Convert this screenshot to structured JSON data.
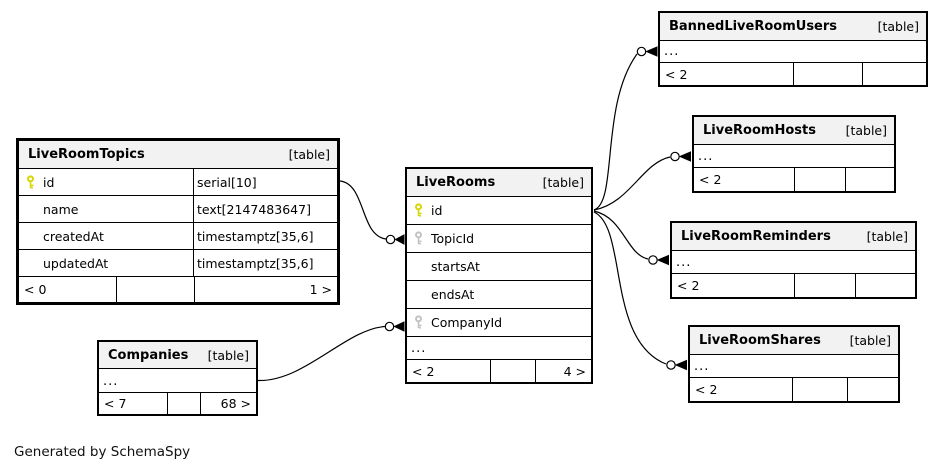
{
  "note": "Generated by SchemaSpy",
  "colors": {
    "header_bg": "#f2f2f2",
    "pk_key": "#d6d600",
    "fk_key": "#c2c2c2",
    "edge": "#000000"
  },
  "icons": {
    "primary_key_icon": "yellow-key-glyph",
    "foreign_key_icon": "gray-key-glyph"
  },
  "tables": [
    {
      "name": "LiveRoomTopics",
      "tag": "[table]",
      "columns": [
        {
          "name": "id",
          "type": "serial[10]",
          "key": "primary"
        },
        {
          "name": "name",
          "type": "text[2147483647]",
          "key": ""
        },
        {
          "name": "createdAt",
          "type": "timestamptz[35,6]",
          "key": ""
        },
        {
          "name": "updatedAt",
          "type": "timestamptz[35,6]",
          "key": ""
        }
      ],
      "footer": {
        "left": "< 0",
        "mid": "",
        "right": "1 >"
      }
    },
    {
      "name": "LiveRooms",
      "tag": "[table]",
      "columns": [
        {
          "name": "id",
          "key": "primary"
        },
        {
          "name": "TopicId",
          "key": "foreign"
        },
        {
          "name": "startsAt",
          "key": ""
        },
        {
          "name": "endsAt",
          "key": ""
        },
        {
          "name": "CompanyId",
          "key": "foreign"
        }
      ],
      "ellipsis": "...",
      "footer": {
        "left": "< 2",
        "mid": "",
        "right": "4 >"
      }
    },
    {
      "name": "Companies",
      "tag": "[table]",
      "ellipsis": "...",
      "footer": {
        "left": "< 7",
        "mid": "",
        "right": "68 >"
      }
    },
    {
      "name": "BannedLiveRoomUsers",
      "tag": "[table]",
      "ellipsis": "...",
      "footer": {
        "left": "< 2",
        "mid": "",
        "right": ""
      }
    },
    {
      "name": "LiveRoomHosts",
      "tag": "[table]",
      "ellipsis": "...",
      "footer": {
        "left": "< 2",
        "mid": "",
        "right": ""
      }
    },
    {
      "name": "LiveRoomReminders",
      "tag": "[table]",
      "ellipsis": "...",
      "footer": {
        "left": "< 2",
        "mid": "",
        "right": ""
      }
    },
    {
      "name": "LiveRoomShares",
      "tag": "[table]",
      "ellipsis": "...",
      "footer": {
        "left": "< 2",
        "mid": "",
        "right": ""
      }
    }
  ]
}
